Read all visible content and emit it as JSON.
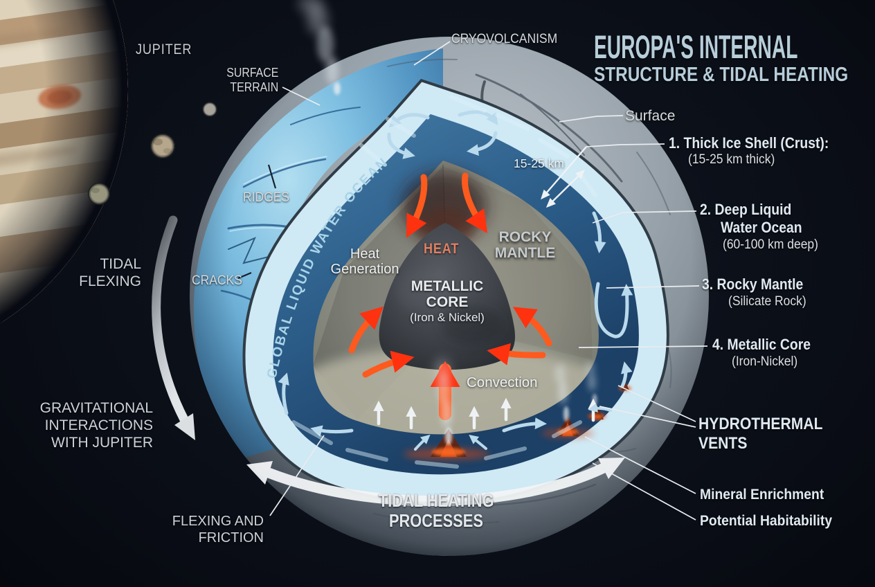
{
  "title": {
    "line1": "EUROPA'S INTERNAL",
    "line2": "STRUCTURE & TIDAL HEATING"
  },
  "callouts_left": {
    "jupiter": "JUPITER",
    "surface_terrain": [
      "SURFACE",
      "TERRAIN"
    ],
    "cryovolcanism": "CRYOVOLCANISM",
    "ridges": "RIDGES",
    "cracks": "CRACKS",
    "tidal_flexing": [
      "TIDAL",
      "FLEXING"
    ],
    "gravitational_interactions": [
      "GRAVITATIONAL",
      "INTERACTIONS",
      "WITH JUPITER"
    ],
    "flexing_and_friction": [
      "FLEXING AND",
      "FRICTION"
    ],
    "tidal_heating_processes": [
      "TIDAL HEATING",
      "PROCESSES"
    ]
  },
  "cutaway": {
    "ocean_band_label": "GLOBAL LIQUID WATER OCEAN",
    "heat_generation": [
      "Heat",
      "Generation"
    ],
    "heat": "HEAT",
    "metallic_core": [
      "METALLIC",
      "CORE",
      "(Iron & Nickel)"
    ],
    "rocky_mantle": [
      "ROCKY",
      "MANTLE"
    ],
    "convection": "Convection",
    "ice_thickness": "15-25 km"
  },
  "legend_right": {
    "surface": "Surface",
    "items": [
      {
        "lines": [
          "1. Thick Ice Shell (Crust):"
        ],
        "sub": "(15-25 km thick)"
      },
      {
        "lines": [
          "2. Deep Liquid",
          "Water Ocean"
        ],
        "sub": "(60-100 km deep)"
      },
      {
        "lines": [
          "3. Rocky Mantle"
        ],
        "sub": "(Silicate Rock)"
      },
      {
        "lines": [
          "4. Metallic Core"
        ],
        "sub": "(Iron-Nickel)"
      }
    ],
    "hydrothermal_vents": [
      "HYDROTHERMAL",
      "VENTS"
    ],
    "mineral_enrichment": "Mineral Enrichment",
    "potential_habitability": "Potential Habitability"
  },
  "colors": {
    "background": "#0b0f18",
    "title_text": "#b7cdda",
    "label_text": "#d6dadd",
    "legend_text": "#dfe9f0",
    "ocean_blue": "#2a5a86",
    "ice_shell": "#cfe9f5",
    "mantle_gray": "#8e9085",
    "core_dark": "#33373c",
    "heat_text": "#df8064",
    "arrow_red": "#ff3c14",
    "arrow_blue": "#b9d9ec",
    "surface_terrain_blue": "#6fb6dd",
    "jupiter_tan": "#c9b79a"
  }
}
